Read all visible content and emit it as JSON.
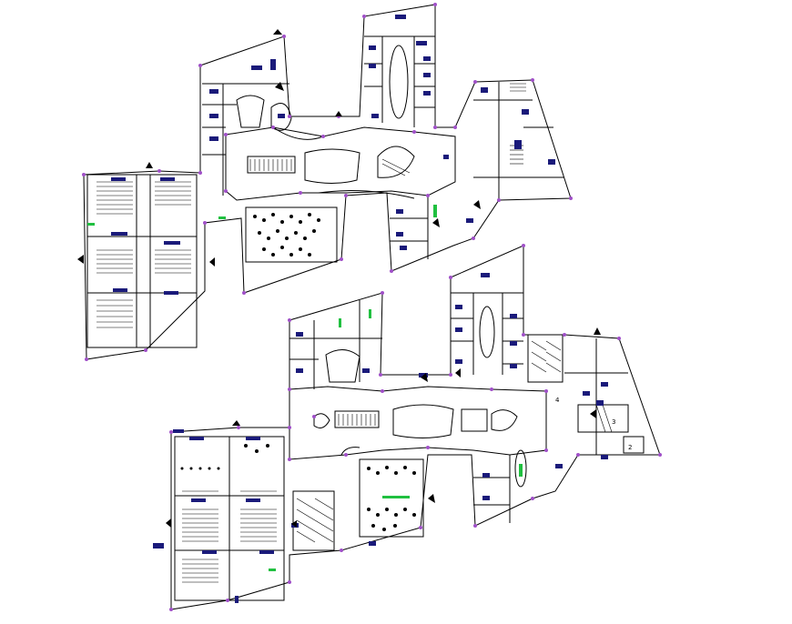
{
  "drawing": {
    "background": "#ffffff",
    "line_color": "#000000",
    "fill_color": "#1a1a7a",
    "node_color": "#a050c8",
    "green_color": "#20c040",
    "room_numbers": [
      "2",
      "3",
      "4"
    ]
  }
}
